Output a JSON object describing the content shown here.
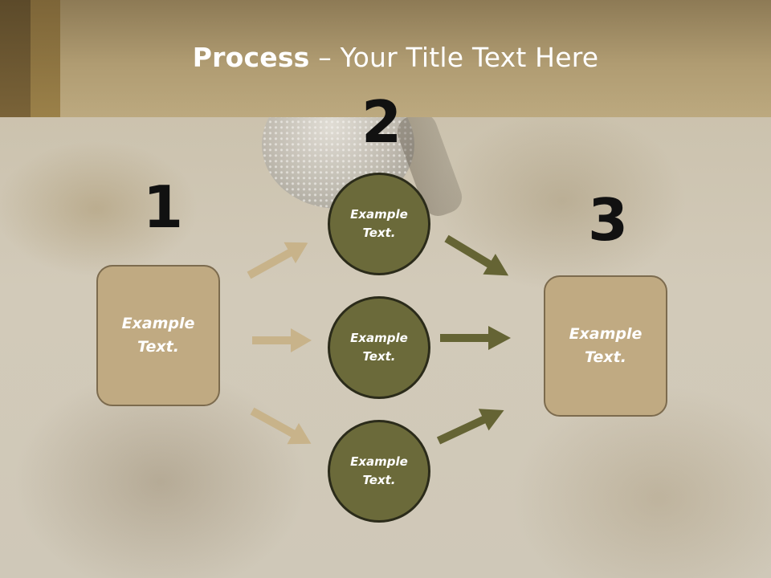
{
  "title": {
    "bold": "Process",
    "rest": " – Your Title Text Here"
  },
  "steps": {
    "one": "1",
    "two": "2",
    "three": "3"
  },
  "left_box": {
    "line1": "Example",
    "line2": "Text."
  },
  "right_box": {
    "line1": "Example",
    "line2": "Text."
  },
  "circles": [
    {
      "line1": "Example",
      "line2": "Text."
    },
    {
      "line1": "Example",
      "line2": "Text."
    },
    {
      "line1": "Example",
      "line2": "Text."
    }
  ],
  "colors": {
    "header": "#b09c72",
    "box_fill": "#c0aa82",
    "circle_fill": "#6b6a3a",
    "left_arrow": "#c8b38a",
    "right_arrow": "#656434"
  }
}
